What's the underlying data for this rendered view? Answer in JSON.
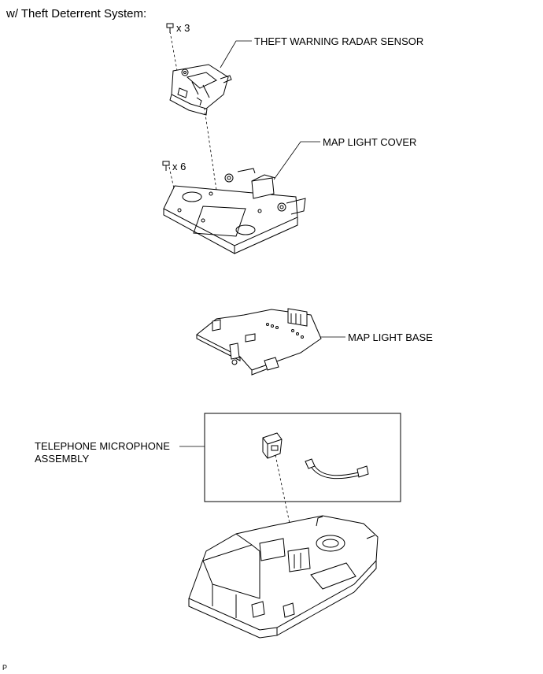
{
  "header": {
    "title": "w/ Theft Deterrent System:"
  },
  "fasteners": {
    "screw_qty_top": "x 3",
    "screw_qty_cover": "x 6"
  },
  "callouts": {
    "radar_sensor": "THEFT WARNING RADAR SENSOR",
    "map_light_cover": "MAP LIGHT COVER",
    "map_light_base": "MAP LIGHT BASE",
    "microphone_line1": "TELEPHONE MICROPHONE",
    "microphone_line2": "ASSEMBLY"
  },
  "footer": {
    "figure_code": "P"
  }
}
